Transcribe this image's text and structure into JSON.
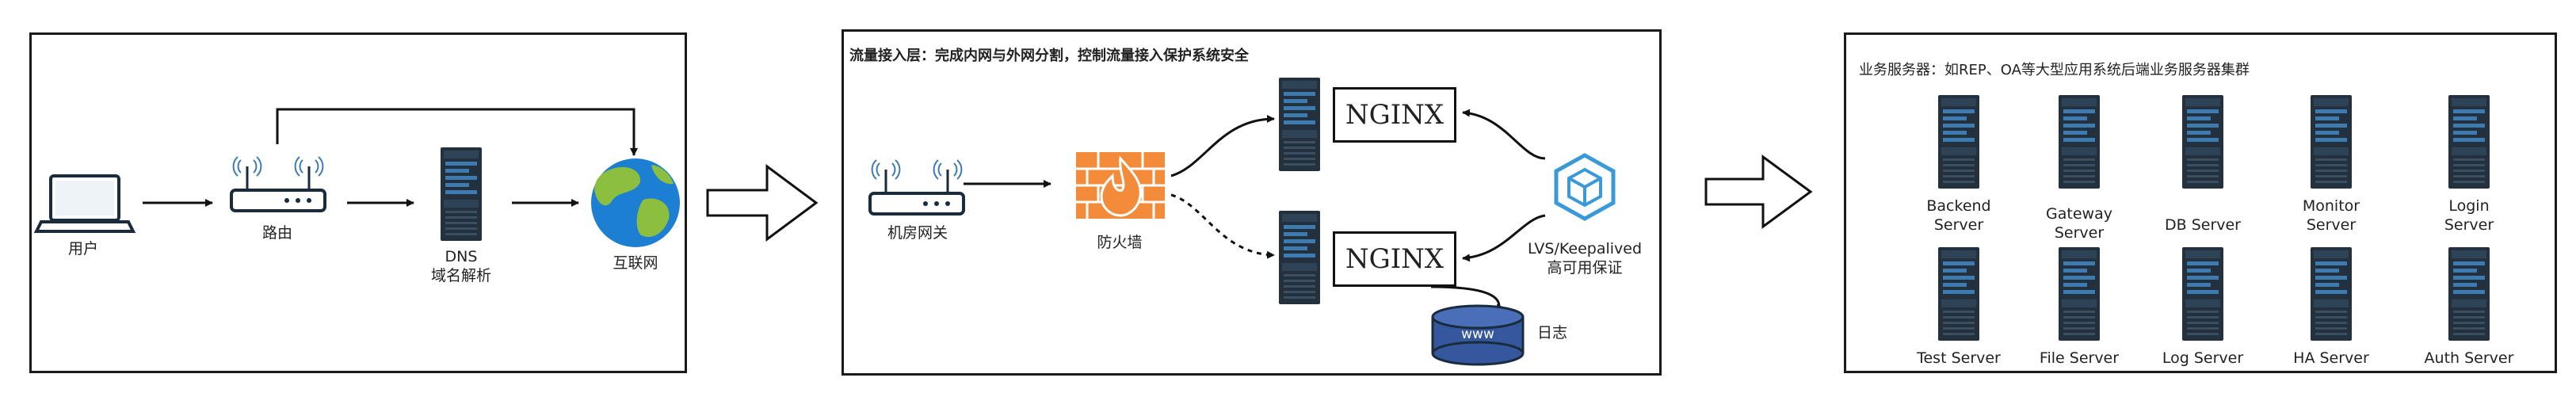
{
  "panel1": {
    "user_label": "用户",
    "router_label": "路由",
    "dns_label_1": "DNS",
    "dns_label_2": "域名解析",
    "internet_label": "互联网"
  },
  "panel2": {
    "title": "流量接入层：完成内网与外网分割，控制流量接入保护系统安全",
    "gateway_label": "机房网关",
    "firewall_label": "防火墙",
    "nginx_top": "NGINX",
    "nginx_bottom": "NGINX",
    "lvs_label_1": "LVS/Keepalived",
    "lvs_label_2": "高可用保证",
    "db_label": "www",
    "log_label": "日志"
  },
  "panel3": {
    "title": "业务服务器：如REP、OA等大型应用系统后端业务服务器集群",
    "servers_row1": [
      {
        "line1": "Backend",
        "line2": "Server"
      },
      {
        "line1": "Gateway",
        "line2": "Server"
      },
      {
        "line1": "DB Server",
        "line2": ""
      },
      {
        "line1": "Monitor",
        "line2": "Server"
      },
      {
        "line1": "Login",
        "line2": "Server"
      }
    ],
    "servers_row2": [
      {
        "line1": "Test  Server"
      },
      {
        "line1": "File Server"
      },
      {
        "line1": "Log  Server"
      },
      {
        "line1": "HA Server"
      },
      {
        "line1": "Auth Server"
      }
    ]
  },
  "colors": {
    "server_body": "#23313f",
    "server_panel": "#3d7bb0",
    "firewall": "#f28c3b",
    "lvs": "#3a9ad9",
    "db": "#34579e",
    "globe_ocean": "#1c7fd1",
    "globe_land": "#8cbf3f"
  }
}
